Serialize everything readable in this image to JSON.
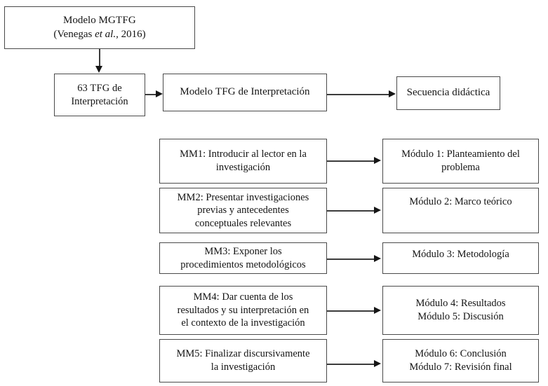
{
  "diagram": {
    "title_box": {
      "line1_prefix": "Modelo ",
      "line1_acronym": "MGTFG",
      "line2_open": "(Venegas ",
      "line2_italic": "et al.",
      "line2_close": ", 2016)"
    },
    "corpus_box": {
      "prefix": "63 ",
      "acronym": "TFG",
      "suffix": " de\nInterpretación"
    },
    "model_box": {
      "prefix": "Modelo ",
      "acronym": "TFG",
      "suffix": " de Interpretación"
    },
    "sequence_box": {
      "label": "Secuencia didáctica"
    },
    "moves": [
      {
        "id": "mm1",
        "label": "MM1: Introducir al lector en la\ninvestigación"
      },
      {
        "id": "mm2",
        "label": "MM2: Presentar investigaciones\nprevias y antecedentes\nconceptuales relevantes"
      },
      {
        "id": "mm3",
        "label": "MM3: Exponer los\nprocedimientos metodológicos"
      },
      {
        "id": "mm4",
        "label": "MM4: Dar cuenta de los\nresultados y su interpretación en\nel contexto de la investigación"
      },
      {
        "id": "mm5",
        "label": "MM5: Finalizar discursivamente\nla investigación"
      }
    ],
    "modules": [
      {
        "id": "mod1",
        "label": "Módulo 1: Planteamiento del\nproblema"
      },
      {
        "id": "mod2",
        "label": "Módulo 2: Marco teórico"
      },
      {
        "id": "mod3",
        "label": "Módulo 3: Metodología"
      },
      {
        "id": "mod4",
        "label": "Módulo 4: Resultados\nMódulo 5: Discusión"
      },
      {
        "id": "mod5",
        "label": "Módulo 6: Conclusión\nMódulo 7: Revisión final"
      }
    ],
    "colors": {
      "box_border": "#4a4a4a",
      "connector": "#3c3c3c",
      "arrow_head": "#161616",
      "background": "#ffffff",
      "text": "#141414"
    }
  }
}
